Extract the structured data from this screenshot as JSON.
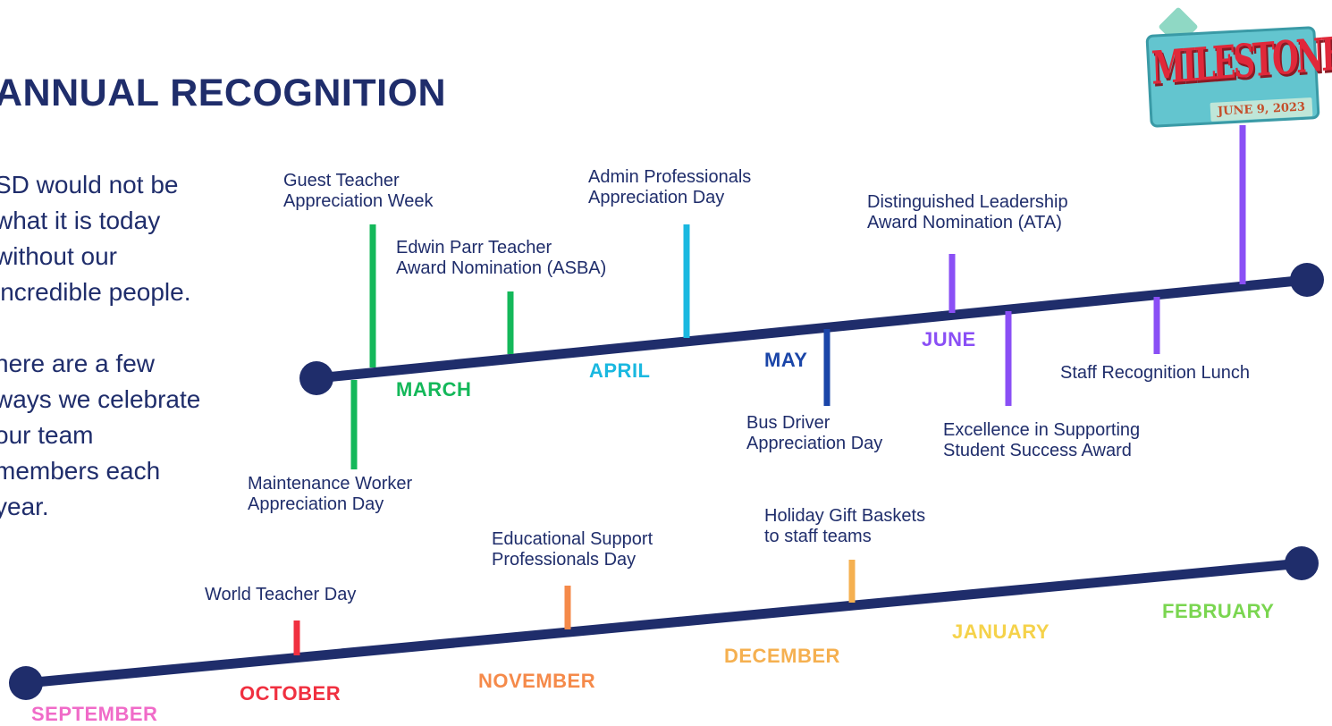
{
  "title": "ANNUAL RECOGNITION",
  "intro": {
    "paragraph1": [
      "SD would not be",
      "what it is today",
      "without our",
      "incredible people."
    ],
    "paragraph2": [
      "here are a few",
      "ways we celebrate",
      "our team",
      "members each",
      "year."
    ]
  },
  "badge": {
    "word": "MILESTONES",
    "date": "JUNE 9, 2023"
  },
  "colors": {
    "navy": "#1f2d6b",
    "march": "#14b85a",
    "april": "#1ab8e0",
    "may": "#1a45a8",
    "june": "#8a4ff5",
    "september": "#f06bc8",
    "october": "#f03040",
    "november": "#f58a4a",
    "december": "#f5b050",
    "january": "#f5d24a",
    "february": "#7ad650"
  },
  "months": {
    "march": "MARCH",
    "april": "APRIL",
    "may": "MAY",
    "june": "JUNE",
    "september": "SEPTEMBER",
    "october": "OCTOBER",
    "november": "NOVEMBER",
    "december": "DECEMBER",
    "january": "JANUARY",
    "february": "FEBRUARY"
  },
  "events": {
    "guest_teacher": "Guest Teacher\nAppreciation Week",
    "maintenance_worker": "Maintenance Worker\nAppreciation Day",
    "edwin_parr": "Edwin Parr Teacher\nAward Nomination (ASBA)",
    "admin_professionals": "Admin Professionals\nAppreciation Day",
    "bus_driver": "Bus Driver\nAppreciation Day",
    "distinguished_leadership": "Distinguished Leadership\nAward Nomination (ATA)",
    "excellence_supporting": "Excellence in Supporting\nStudent Success Award",
    "staff_recognition": "Staff Recognition Lunch",
    "world_teacher": "World Teacher Day",
    "educational_support": "Educational Support\nProfessionals Day",
    "holiday_gift": "Holiday Gift Baskets\nto staff teams"
  }
}
